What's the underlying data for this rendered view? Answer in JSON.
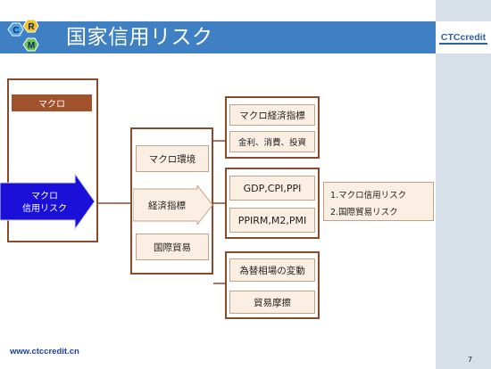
{
  "header": {
    "title": "国家信用リスク",
    "brand": "CTCcredit",
    "logo_letters": [
      "C",
      "R",
      "M"
    ]
  },
  "left": {
    "label": "マクロ",
    "arrow_line1": "マクロ",
    "arrow_line2": "信用リスク"
  },
  "middle": {
    "items": [
      "マクロ環境",
      "経済指標",
      "国際貿易"
    ]
  },
  "right": {
    "group1": [
      "マクロ経済指標",
      "金利、消費、投資"
    ],
    "group2": [
      "GDP,CPI,PPI",
      "PPIRM,M2,PMI"
    ],
    "group3": [
      "為替相場の変動",
      "貿易摩擦"
    ]
  },
  "notes": [
    "1.マクロ信用リスク",
    "2.国際貿易リスク"
  ],
  "footer": {
    "url": "www.ctccredit.cn",
    "page": "7"
  },
  "colors": {
    "title_bar": "#3f7fc4",
    "frame": "#8b4a2b",
    "box_fill": "#fbeee3",
    "arrow": "#1a10d8"
  }
}
